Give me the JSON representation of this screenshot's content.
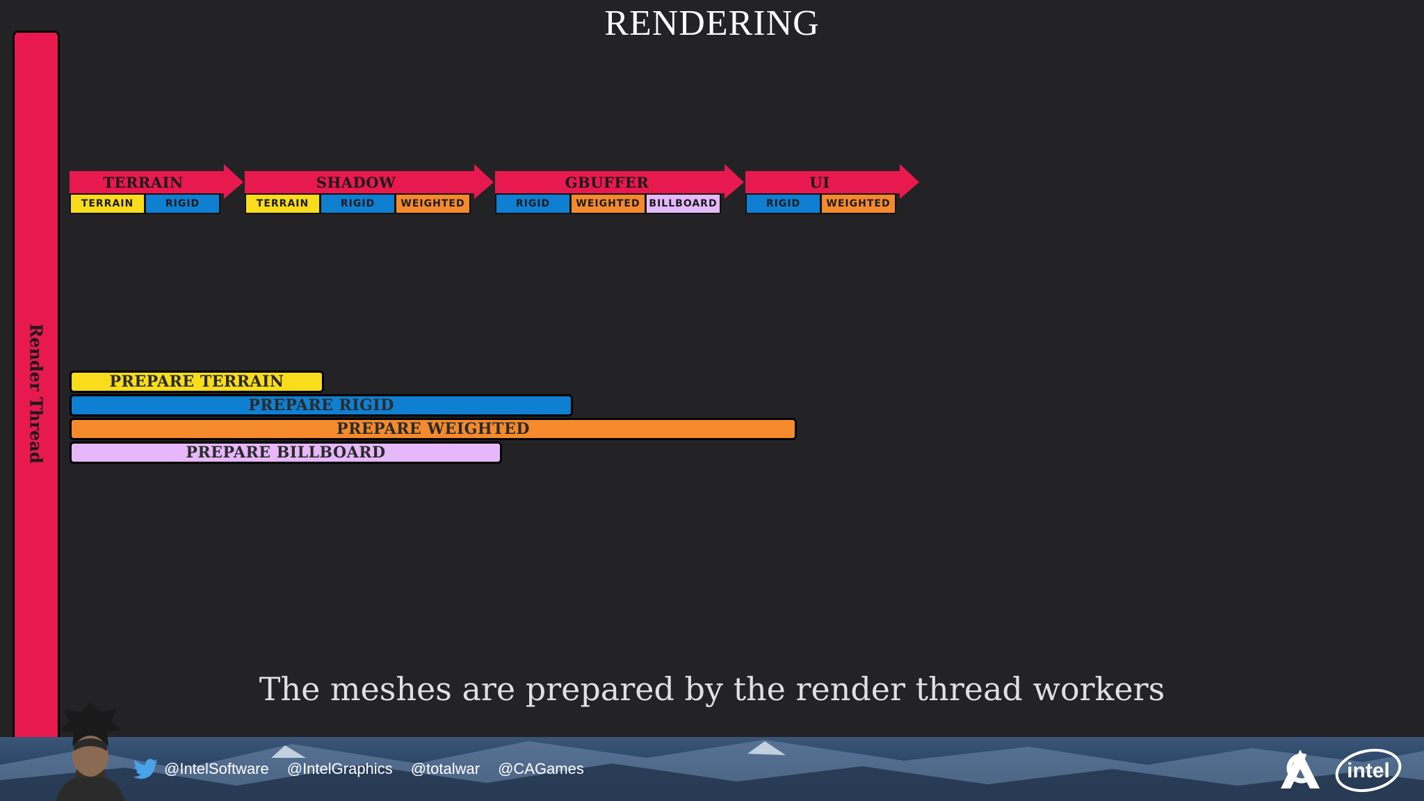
{
  "title": "RENDERING",
  "thread": {
    "label": "Render Thread",
    "color": "#e8194f"
  },
  "stages": [
    {
      "name": "TERRAIN",
      "passes": [
        {
          "label": "TERRAIN",
          "color": "yellow"
        },
        {
          "label": "RIGID",
          "color": "blue"
        }
      ]
    },
    {
      "name": "SHADOW",
      "passes": [
        {
          "label": "TERRAIN",
          "color": "yellow"
        },
        {
          "label": "RIGID",
          "color": "blue"
        },
        {
          "label": "WEIGHTED",
          "color": "orange"
        }
      ]
    },
    {
      "name": "GBUFFER",
      "passes": [
        {
          "label": "RIGID",
          "color": "blue"
        },
        {
          "label": "WEIGHTED",
          "color": "orange"
        },
        {
          "label": "BILLBOARD",
          "color": "lilac"
        }
      ]
    },
    {
      "name": "UI",
      "passes": [
        {
          "label": "RIGID",
          "color": "blue"
        },
        {
          "label": "WEIGHTED",
          "color": "orange"
        }
      ]
    }
  ],
  "prepare": [
    {
      "label": "PREPARE TERRAIN",
      "color": "yellow"
    },
    {
      "label": "PREPARE RIGID",
      "color": "blue"
    },
    {
      "label": "PREPARE WEIGHTED",
      "color": "orange"
    },
    {
      "label": "PREPARE BILLBOARD",
      "color": "lilac"
    }
  ],
  "caption": "The meshes are prepared by the render thread workers",
  "footer": {
    "handles": [
      {
        "icon": "twitter-icon",
        "text": "@IntelSoftware"
      },
      {
        "text": "@IntelGraphics"
      },
      {
        "text": "@totalwar"
      },
      {
        "text": "@CAGames"
      }
    ],
    "logos": [
      "creative-assembly-logo",
      "intel-logo"
    ]
  },
  "colors": {
    "yellow": "#f9dc1c",
    "blue": "#0f7fd1",
    "orange": "#f48a2c",
    "lilac": "#e6b8fa",
    "red": "#e8194f",
    "background": "#232325"
  }
}
